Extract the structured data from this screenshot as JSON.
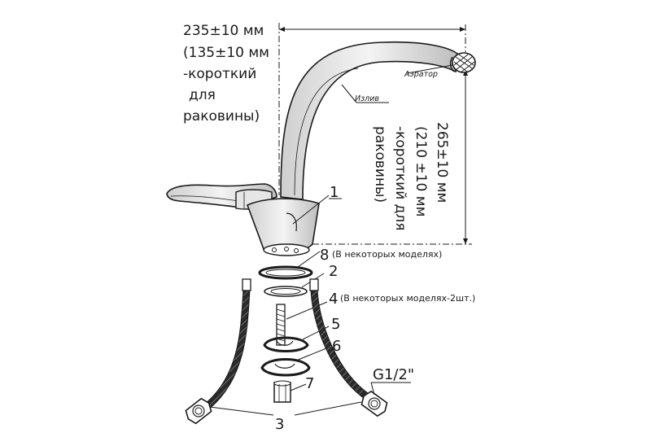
{
  "dimensions": {
    "length_main": "235±10 мм",
    "length_alt_1": "(135±10 мм",
    "length_alt_2": "-короткий",
    "length_alt_3": "для",
    "length_alt_4": "раковины)",
    "height_main": "265±10 мм",
    "height_alt_1": "(210 ±10 мм",
    "height_alt_2": "-короткий для",
    "height_alt_3": "раковины)"
  },
  "labels": {
    "aerator": "Аэратор",
    "spout": "Излив",
    "thread": "G1/2\""
  },
  "parts": [
    {
      "number": "1",
      "note": ""
    },
    {
      "number": "8",
      "note": "(В некоторых моделях)"
    },
    {
      "number": "2",
      "note": ""
    },
    {
      "number": "4",
      "note": "(В некоторых моделях-2шт.)"
    },
    {
      "number": "5",
      "note": ""
    },
    {
      "number": "6",
      "note": ""
    },
    {
      "number": "7",
      "note": ""
    },
    {
      "number": "3",
      "note": ""
    }
  ]
}
